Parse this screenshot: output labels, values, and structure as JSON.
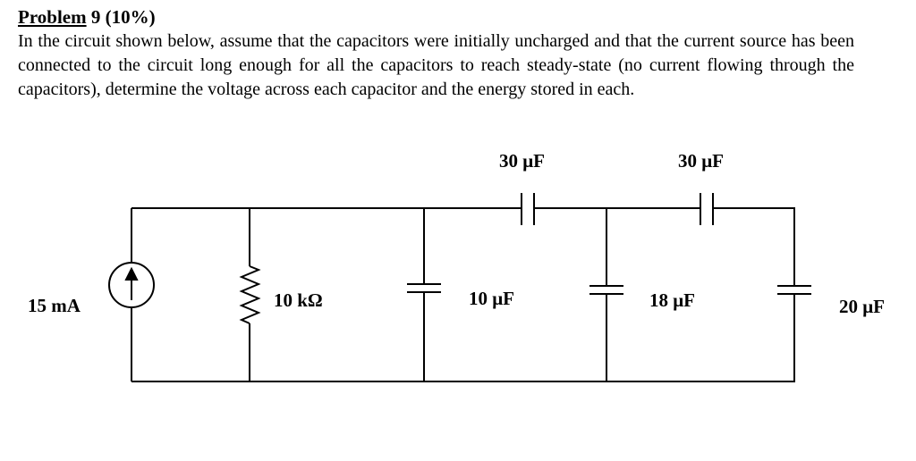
{
  "problem": {
    "heading_title": "Problem",
    "heading_rest": " 9 (10%)",
    "text": "In the circuit shown below, assume that the capacitors were initially uncharged and that the current source has been connected to the circuit long enough for all the capacitors to reach steady-state (no current flowing through the capacitors), determine the voltage across each capacitor and the energy stored in each."
  },
  "circuit": {
    "source_label": "15 mA",
    "resistor_label": "10 kΩ",
    "cap_shunt_1_label": "10 μF",
    "cap_series_1_label": "30 μF",
    "cap_shunt_2_label": "18 μF",
    "cap_series_2_label": "30 μF",
    "cap_shunt_3_label": "20 μF"
  }
}
